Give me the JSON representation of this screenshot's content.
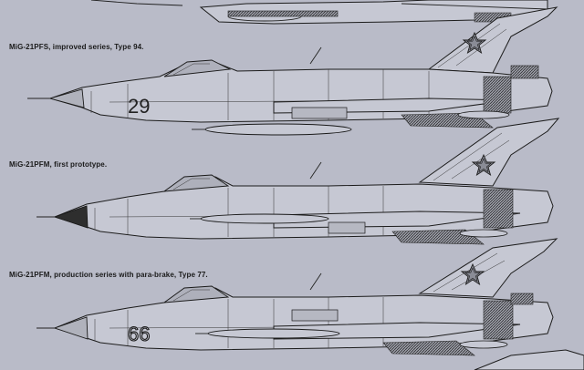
{
  "captions": {
    "pfs": "MiG-21PFS, improved series, Type 94.",
    "pfm_proto": "MiG-21PFM, first prototype.",
    "pfm_prod": "MiG-21PFM, production series with para-brake, Type 77."
  },
  "aircraft": {
    "pfs_number": "29",
    "pfm_prod_number": "66"
  },
  "colors": {
    "paper": "#b9bbc8",
    "ink": "#1c1c1c"
  }
}
